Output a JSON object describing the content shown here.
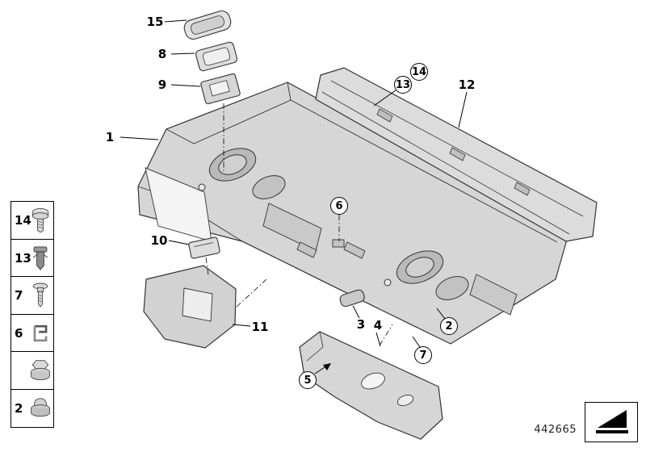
{
  "diagram": {
    "doc_number": "442665",
    "callouts": {
      "c1": "1",
      "c2": "2",
      "c3": "3",
      "c4": "4",
      "c5": "5",
      "c6": "6",
      "c7": "7",
      "c8": "8",
      "c9": "9",
      "c10": "10",
      "c11": "11",
      "c12": "12",
      "c13": "13",
      "c14": "14",
      "c15": "15"
    },
    "legend": {
      "items": [
        {
          "label": "14",
          "icon": "hex-bolt-icon"
        },
        {
          "label": "13",
          "icon": "expansion-clip-icon"
        },
        {
          "label": "7",
          "icon": "screw-rivet-icon"
        },
        {
          "label": "6",
          "icon": "spring-clip-icon"
        },
        {
          "label": "",
          "icon": "flanged-nut-icon"
        },
        {
          "label": "2",
          "icon": "cap-nut-icon"
        }
      ]
    },
    "footer": {
      "direction_symbol": "travel-direction-arrow"
    }
  }
}
